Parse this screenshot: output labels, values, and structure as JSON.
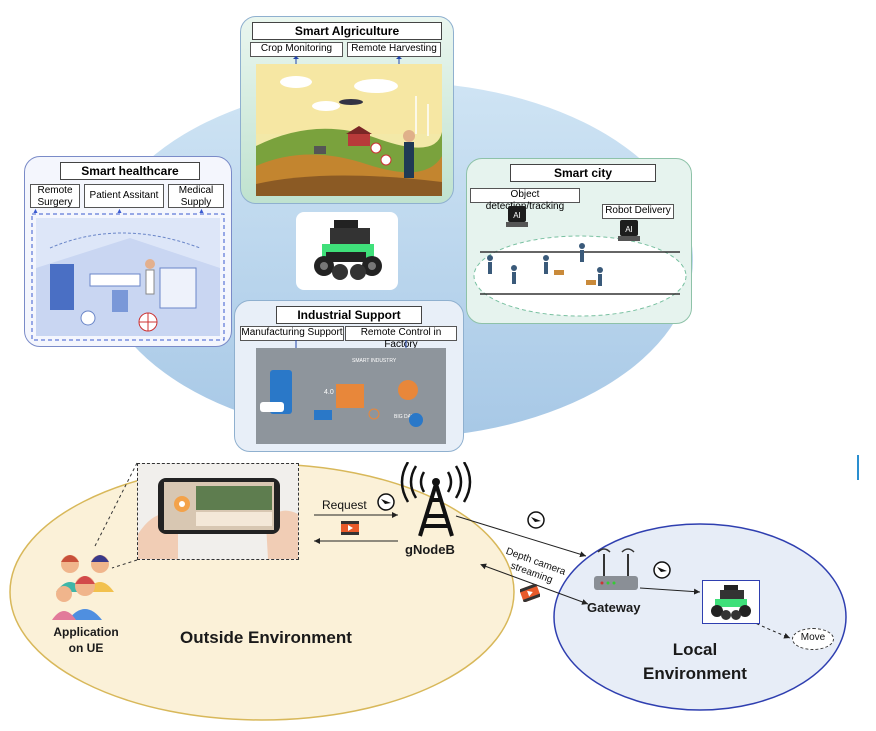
{
  "use_cases": {
    "agriculture": {
      "title": "Smart Algriculture",
      "items": [
        "Crop Monitoring",
        "Remote Harvesting"
      ]
    },
    "healthcare": {
      "title": "Smart healthcare",
      "items": [
        "Remote\nSurgery",
        "Patient Assitant",
        "Medical\nSupply"
      ]
    },
    "city": {
      "title": "Smart city",
      "items": [
        "Object detection/tracking",
        "Robot Delivery"
      ],
      "chip_label": "AI"
    },
    "industrial": {
      "title": "Industrial Support",
      "items": [
        "Manufacturing Support",
        "Remote Control in Factory"
      ],
      "illustration_text": [
        "SMART INDUSTRY",
        "4.0",
        "BIG DATA"
      ]
    }
  },
  "network": {
    "request_label": "Request",
    "gnodeb_label": "gNodeB",
    "gateway_label": "Gateway",
    "stream_label": "Depth camera\nstreaming",
    "move_label": "Move",
    "app_label": "Application\non UE",
    "outside_label": "Outside Environment",
    "local_label": "Local\nEnvironment"
  },
  "colors": {
    "ellipse_blue": "#b9d6ee",
    "outside_fill": "#fbf1d8",
    "outside_stroke": "#d8b85a",
    "local_fill": "#e7edf7",
    "local_stroke": "#2f3fb0",
    "panel_border": "#8fb0cf",
    "robot_green": "#3fe07a"
  }
}
